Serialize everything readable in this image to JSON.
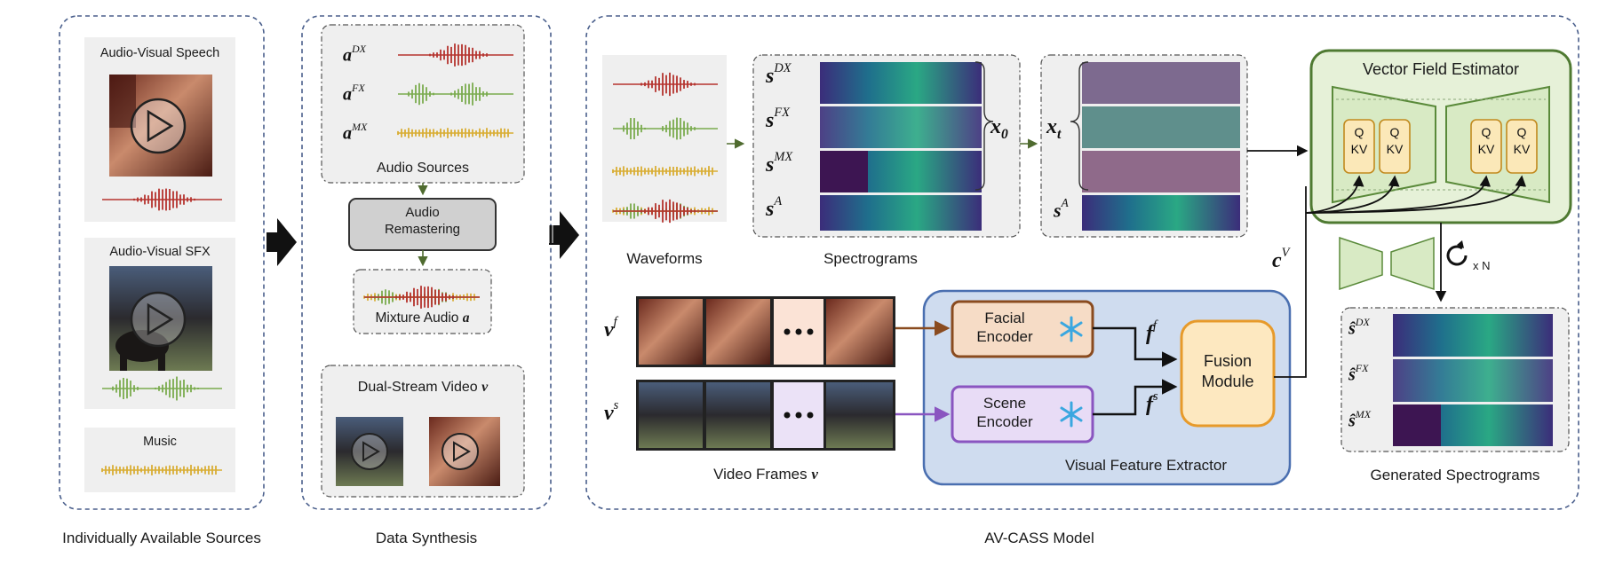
{
  "sections": {
    "sources_caption": "Individually Available Sources",
    "synthesis_caption": "Data Synthesis",
    "model_caption": "AV-CASS Model"
  },
  "sources": {
    "speech_title": "Audio-Visual Speech",
    "sfx_title": "Audio-Visual SFX",
    "music_title": "Music"
  },
  "synthesis": {
    "audio_sources_label": "Audio Sources",
    "remaster_line1": "Audio",
    "remaster_line2": "Remastering",
    "mixture_label": "Mixture Audio ",
    "mixture_symbol": "a",
    "dual_stream_label": "Dual-Stream Video ",
    "dual_stream_symbol": "v",
    "sym_a": "a",
    "sup_dx": "DX",
    "sup_fx": "FX",
    "sup_mx": "MX"
  },
  "model": {
    "waveforms_label": "Waveforms",
    "spectrograms_label": "Spectrograms",
    "sym_s": "s",
    "sup_dx": "DX",
    "sup_fx": "FX",
    "sup_mx": "MX",
    "sup_a": "A",
    "x0_sym": "x",
    "x0_sub": "0",
    "xt_sym": "x",
    "xt_sub": "t",
    "vfe_title": "Vector Field Estimator",
    "q_label": "Q",
    "kv_label": "KV",
    "loop_label": "x N",
    "generated_label": "Generated Spectrograms",
    "cv_sym": "c",
    "cv_sup": "V",
    "vf_sym": "v",
    "vf_sup": "f",
    "vs_sym": "v",
    "vs_sup": "s",
    "ff_sym": "f",
    "ff_sup": "f",
    "fs_sym": "f",
    "fs_sup": "s",
    "video_frames_label": "Video Frames ",
    "video_frames_symbol": "v",
    "facial_line1": "Facial",
    "facial_line2": "Encoder",
    "scene_line1": "Scene",
    "scene_line2": "Encoder",
    "fusion_line1": "Fusion",
    "fusion_line2": "Module",
    "extractor_label": "Visual Feature Extractor",
    "hat_s": "ŝ"
  },
  "colors": {
    "dx": "#b5332e",
    "fx": "#7aab4e",
    "mx": "#d9ad34",
    "panel_border": "#4a5f8c",
    "vfe_fill": "#e6f1d8",
    "vfe_border": "#4f7a32",
    "extractor_fill": "#cfdcef",
    "extractor_border": "#4a6fb0",
    "facial_border": "#8a4b1f",
    "scene_border": "#8a55c0",
    "fusion_fill": "#fde8c0",
    "fusion_border": "#e79a2a",
    "snowflake": "#3aa7e0"
  }
}
